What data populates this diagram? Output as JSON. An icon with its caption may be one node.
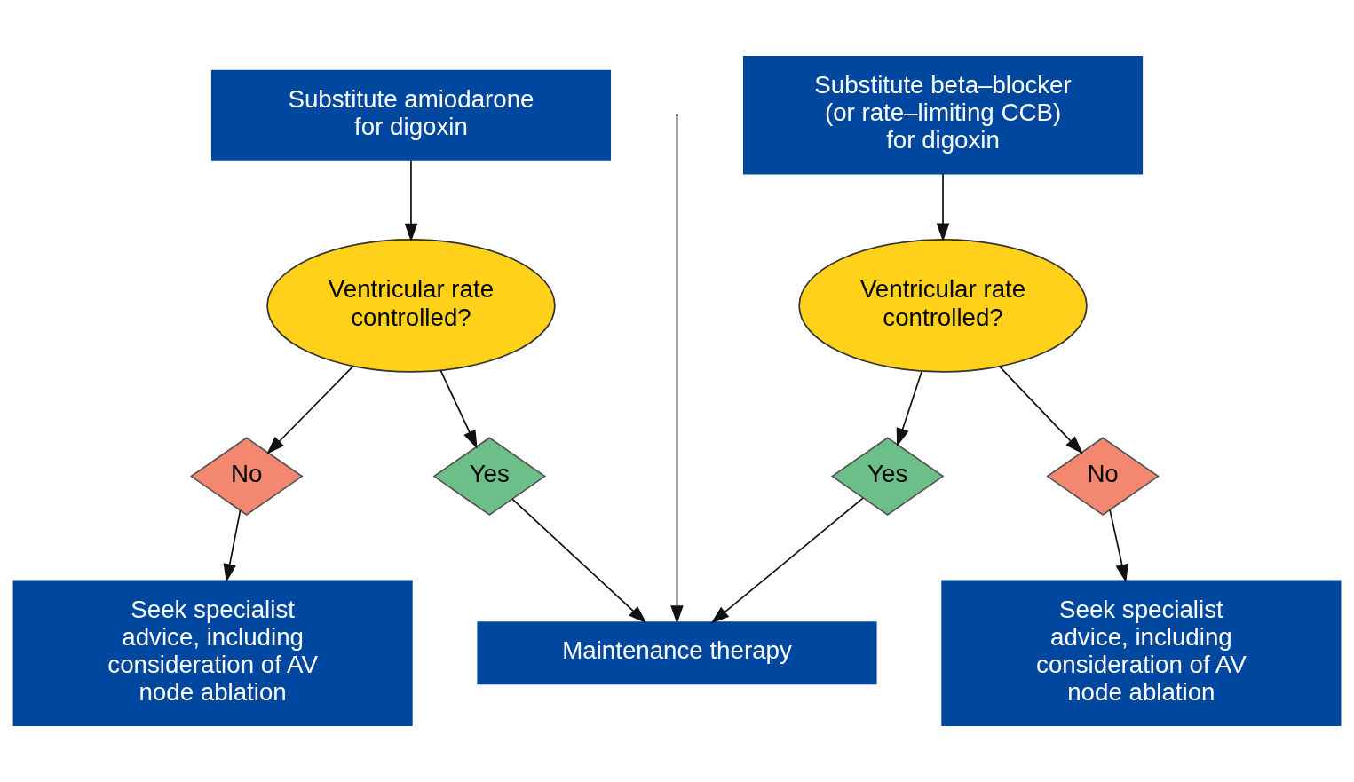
{
  "diagram": {
    "nodes": [
      {
        "text": [
          "Substitute amiodarone for digoxin"
        ]
      },
      {
        "text": [
          "Substitute beta–blocker (or rate–limiting CCB) for digoxin"
        ]
      },
      {
        "text": [
          "Ventricular rate controlled?"
        ]
      },
      {
        "text": [
          "Ventricular rate controlled?"
        ]
      },
      {
        "text": [
          "No"
        ]
      },
      {
        "text": [
          "Yes"
        ]
      },
      {
        "text": [
          "Yes"
        ]
      },
      {
        "text": [
          "No"
        ]
      },
      {
        "text": [
          "Seek specialist advice, including consideration of AV node ablation"
        ]
      },
      {
        "text": [
          "Maintenance therapy"
        ]
      },
      {
        "text": [
          "Seek specialist advice, including consideration of AV node ablation"
        ]
      }
    ],
    "edges": [
      {
        "from": 0,
        "to": 2,
        "arrow": "to"
      },
      {
        "from": 2,
        "to": 4,
        "arrow": "to"
      },
      {
        "from": 2,
        "to": 5,
        "arrow": "to"
      },
      {
        "from": 4,
        "to": 8,
        "arrow": "to"
      },
      {
        "from": 5,
        "to": 9,
        "arrow": "to"
      },
      {
        "from": null,
        "to": 9,
        "arrow": "to"
      },
      {
        "from": 1,
        "to": 3,
        "arrow": "to"
      },
      {
        "from": 3,
        "to": 6,
        "arrow": "to"
      },
      {
        "from": 3,
        "to": 7,
        "arrow": "to"
      },
      {
        "from": 6,
        "to": 9,
        "arrow": "to"
      },
      {
        "from": 7,
        "to": 10,
        "arrow": "to"
      }
    ]
  }
}
